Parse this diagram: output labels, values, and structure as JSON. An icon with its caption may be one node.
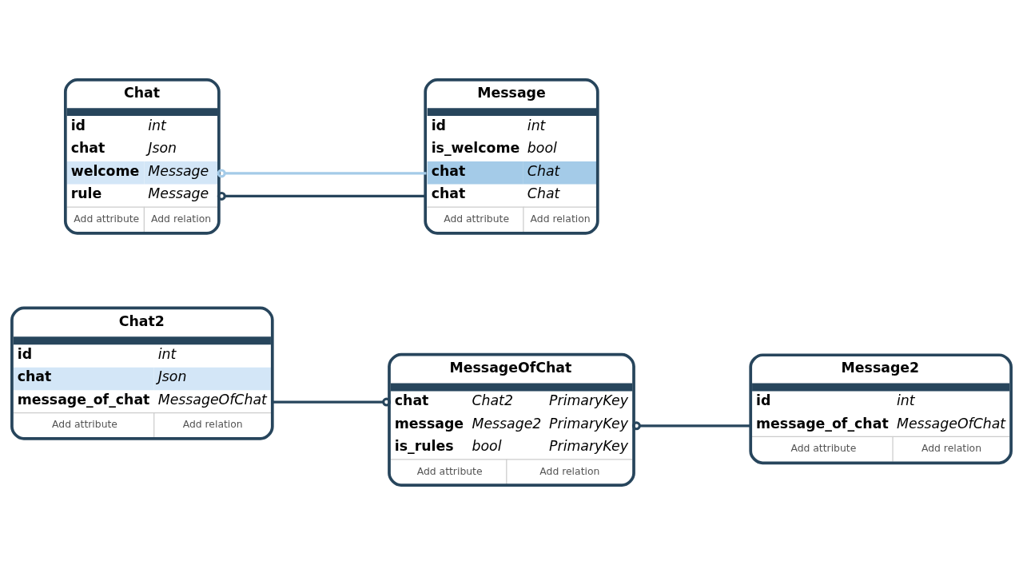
{
  "diagram": {
    "nodes": [
      {
        "text": [
          "Chat2",
          "id",
          "int",
          "chat",
          "Json",
          "message_of_chat",
          "MessageOfChat",
          "Add attribute",
          "Add relation"
        ]
      },
      {
        "text": [
          "MessageOfChat",
          "chat",
          "Chat2",
          "PrimaryKey",
          "message",
          "Message2",
          "PrimaryKey",
          "is_rules",
          "bool",
          "PrimaryKey",
          "Add attribute",
          "Add relation"
        ]
      },
      {
        "text": [
          "Message2",
          "id",
          "int",
          "message_of_chat",
          "MessageOfChat",
          "Add attribute",
          "Add relation"
        ]
      },
      {
        "text": [
          "Chat",
          "id",
          "int",
          "chat",
          "Json",
          "welcome",
          "Message",
          "rule",
          "Message",
          "Add attribute",
          "Add relation"
        ]
      },
      {
        "text": [
          "Message",
          "id",
          "int",
          "is_welcome",
          "bool",
          "chat",
          "Chat",
          "chat",
          "Chat",
          "Add attribute",
          "Add relation"
        ]
      }
    ],
    "edges": [
      {
        "from": 0,
        "to": 1,
        "arrow": "other"
      },
      {
        "from": 1,
        "to": 2,
        "arrow": "other"
      },
      {
        "from": 3,
        "to": 4,
        "arrow": "other",
        "color": "#a4cbe8"
      },
      {
        "from": 3,
        "to": 4,
        "arrow": "other"
      }
    ]
  }
}
